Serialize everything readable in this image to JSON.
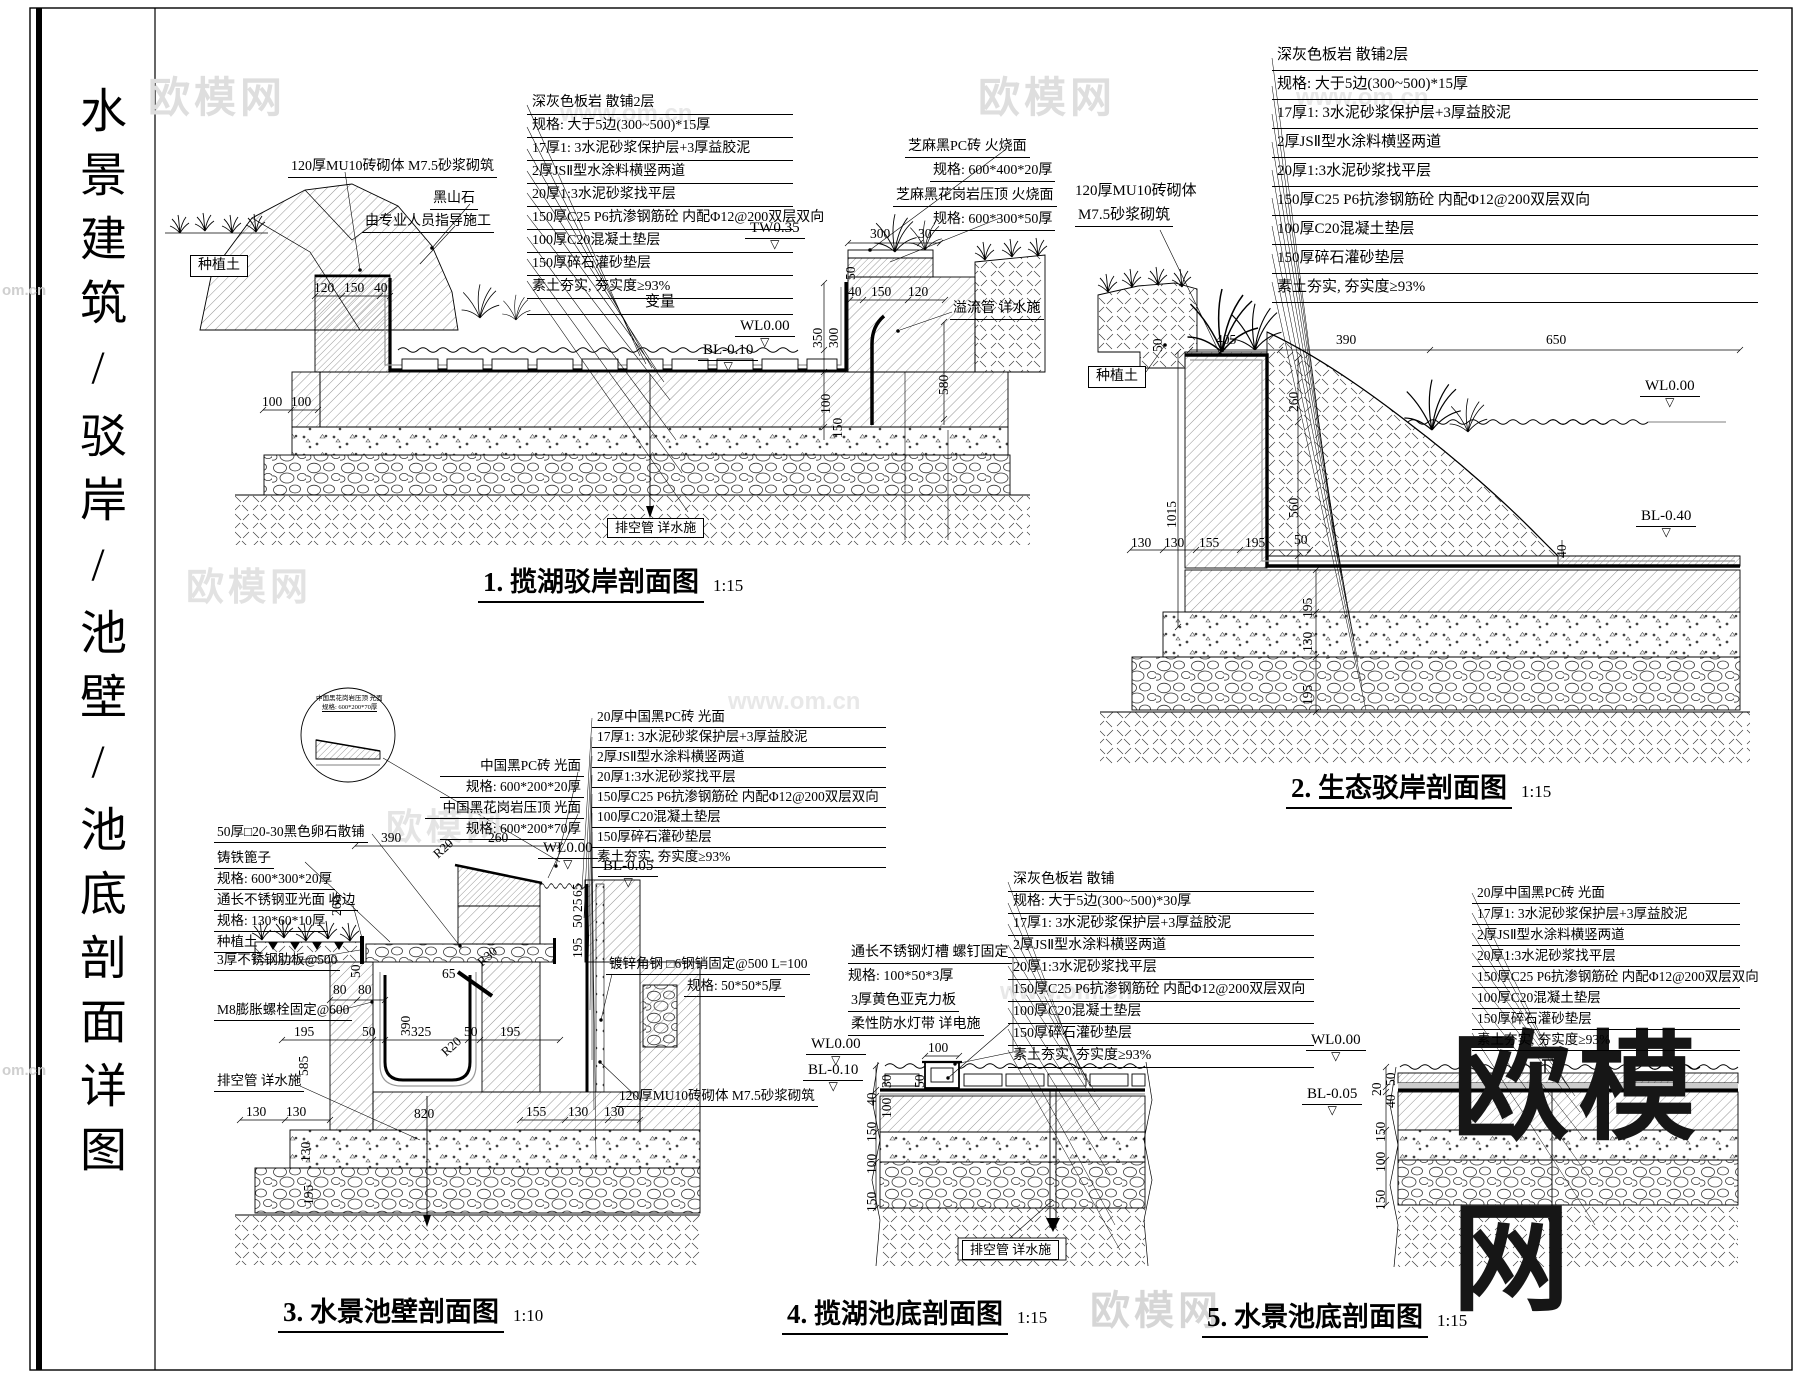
{
  "sheet": {
    "side_title": "水景建筑/驳岸/池壁/池底剖面详图",
    "wm_cn": "欧模网",
    "wm_url": "www.om.cn",
    "wm_omcn": "om.cn"
  },
  "d1": {
    "caption": "1. 揽湖驳岸剖面图",
    "scale": "1:15",
    "layers": [
      "深灰色板岩 散铺2层",
      "规格: 大于5边(300~500)*15厚",
      "17厚1: 3水泥砂浆保护层+3厚益胶泥",
      "2厚JSⅡ型水涂料横竖两道",
      "20厚1:3水泥砂浆找平层",
      "150厚C25 P6抗渗钢筋砼 内配Φ12@200双层双向",
      "100厚C20混凝土垫层",
      "150厚碎石灌砂垫层",
      "素土夯实, 夯实度≥93%"
    ],
    "variable": "变量",
    "lb_brick": "120厚MU10砖砌体 M7.5砂浆砌筑",
    "lb_rock": "黑山石",
    "lb_guide": "由专业人员指导施工",
    "lb_soil": "种植土",
    "lb_pc": "芝麻黑PC砖 火烧面",
    "lb_pc_spec": "规格: 600*400*20厚",
    "lb_cop": "芝麻黑花岗岩压顶 火烧面",
    "lb_cop_spec": "规格: 600*300*50厚",
    "lb_overflow": "溢流管 详水施",
    "lb_drain": "排空管 详水施",
    "lv_tw": "TW0.35",
    "lv_wl": "WL0.00",
    "lv_bl": "BL-0.10",
    "dims": [
      "120",
      "150",
      "40",
      "100",
      "100",
      "300",
      "30",
      "40",
      "150",
      "120",
      "50",
      "350",
      "300",
      "580",
      "100",
      "150"
    ]
  },
  "d2": {
    "caption": "2. 生态驳岸剖面图",
    "scale": "1:15",
    "layers": [
      "深灰色板岩 散铺2层",
      "规格: 大于5边(300~500)*15厚",
      "17厚1: 3水泥砂浆保护层+3厚益胶泥",
      "2厚JSⅡ型水涂料横竖两道",
      "20厚1:3水泥砂浆找平层",
      "150厚C25 P6抗渗钢筋砼 内配Φ12@200双层双向",
      "100厚C20混凝土垫层",
      "150厚碎石灌砂垫层",
      "素土夯实, 夯实度≥93%"
    ],
    "lb_brick1": "120厚MU10砖砌体",
    "lb_brick2": "M7.5砂浆砌筑",
    "lb_soil": "种植土",
    "lv_wl": "WL0.00",
    "lv_bl": "BL-0.40",
    "dims": [
      "405",
      "390",
      "650",
      "50",
      "260",
      "560",
      "1015",
      "130",
      "130",
      "155",
      "195",
      "50",
      "195",
      "130",
      "195",
      "40"
    ]
  },
  "d3": {
    "caption": "3. 水景池壁剖面图",
    "scale": "1:10",
    "layers": [
      "20厚中国黑PC砖 光面",
      "17厚1: 3水泥砂浆保护层+3厚益胶泥",
      "2厚JSⅡ型水涂料横竖两道",
      "20厚1:3水泥砂浆找平层",
      "150厚C25 P6抗渗钢筋砼 内配Φ12@200双层双向",
      "100厚C20混凝土垫层",
      "150厚碎石灌砂垫层",
      "素土夯实, 夯实度≥93%"
    ],
    "left": [
      "50厚□20-30黑色卵石散铺",
      "铸铁篦子",
      "规格: 600*300*20厚",
      "通长不锈钢亚光面 收边",
      "规格: 130*60*10厚",
      "种植土",
      "3厚不锈钢肋板@500",
      "M8膨胀螺栓固定@600",
      "排空管 详水施"
    ],
    "mid": [
      "中国黑PC砖 光面",
      "规格: 600*200*20厚",
      "中国黑花岗岩压顶 光面",
      "规格: 600*200*70厚"
    ],
    "lb_angle": "镀锌角钢 □6钢销固定@500 L=100",
    "lb_angle_spec": "规格: 50*50*5厚",
    "lb_brick": "120厚MU10砖砌体 M7.5砂浆砌筑",
    "circ1": "中国黑花岗岩压顶 光面",
    "circ2": "规格: 600*200*70厚",
    "lv_wl": "WL0.00",
    "lv_bl": "BL-0.05",
    "dims": [
      "390",
      "260",
      "R20",
      "50",
      "80",
      "80",
      "195",
      "50",
      "325",
      "50",
      "195",
      "585",
      "390",
      "R20",
      "65",
      "R30",
      "260",
      "130",
      "130",
      "130",
      "195",
      "820",
      "155",
      "130",
      "130",
      "65",
      "25",
      "50",
      "195"
    ]
  },
  "d4": {
    "caption": "4. 揽湖池底剖面图",
    "scale": "1:15",
    "layers": [
      "深灰色板岩 散铺",
      "规格: 大于5边(300~500)*30厚",
      "17厚1: 3水泥砂浆保护层+3厚益胶泥",
      "2厚JSⅡ型水涂料横竖两道",
      "20厚1:3水泥砂浆找平层",
      "150厚C25 P6抗渗钢筋砼 内配Φ12@200双层双向",
      "100厚C20混凝土垫层",
      "150厚碎石灌砂垫层",
      "素土夯实, 夯实度≥93%"
    ],
    "left": [
      "通长不锈钢灯槽 螺钉固定",
      "规格: 100*50*3厚",
      "3厚黄色亚克力板",
      "柔性防水灯带 详电施"
    ],
    "lb_drain": "排空管 详水施",
    "lv_wl": "WL0.00",
    "lv_bl": "BL-0.10",
    "dims": [
      "100",
      "50",
      "30",
      "100",
      "40",
      "150",
      "100",
      "150"
    ]
  },
  "d5": {
    "caption": "5. 水景池底剖面图",
    "scale": "1:15",
    "layers": [
      "20厚中国黑PC砖 光面",
      "17厚1: 3水泥砂浆保护层+3厚益胶泥",
      "2厚JSⅡ型水涂料横竖两道",
      "20厚1:3水泥砂浆找平层",
      "150厚C25 P6抗渗钢筋砼 内配Φ12@200双层双向",
      "100厚C20混凝土垫层",
      "150厚碎石灌砂垫层",
      "素土夯实, 夯实度≥93%"
    ],
    "lv_wl": "WL0.00",
    "lv_bl": "BL-0.05",
    "dims": [
      "50",
      "20",
      "40",
      "150",
      "100",
      "150"
    ]
  }
}
